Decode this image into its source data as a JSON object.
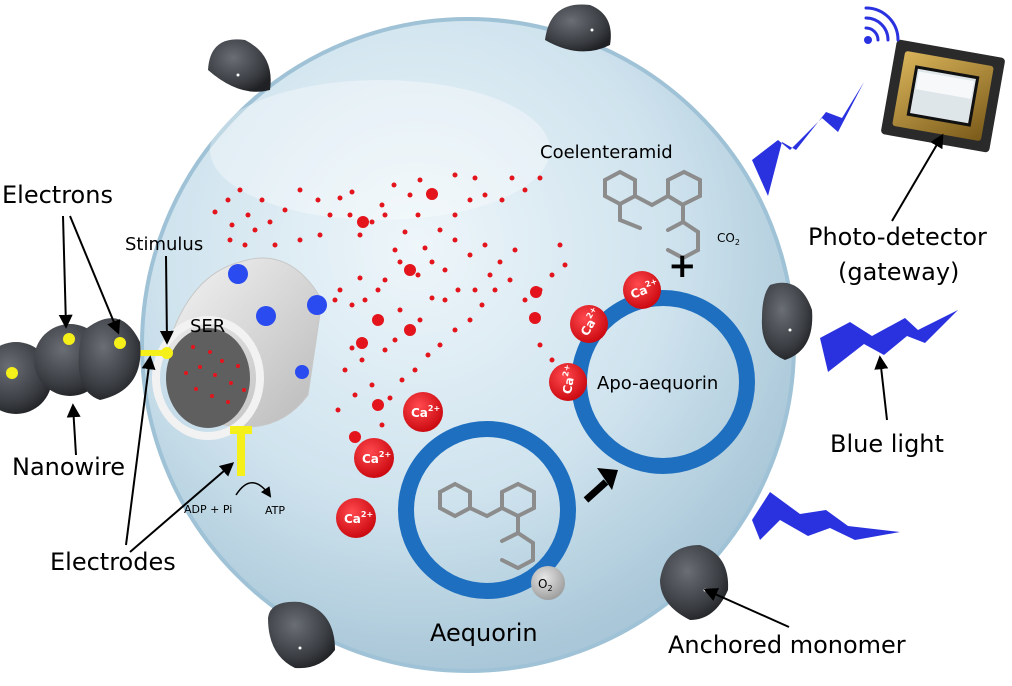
{
  "labels": {
    "electrons": "Electrons",
    "stimulus": "Stimulus",
    "ser": "SER",
    "nanowire": "Nanowire",
    "electrodes": "Electrodes",
    "adp_pi": "ADP + Pi",
    "atp": "ATP",
    "coelenteramid": "Coelenteramid",
    "co2": "CO",
    "co2_sub": "2",
    "plus": "+",
    "apo_aequorin": "Apo-aequorin",
    "aequorin": "Aequorin",
    "o2": "O",
    "o2_sub": "2",
    "photo_detector_line1": "Photo-detector",
    "photo_detector_line2": "(gateway)",
    "blue_light": "Blue light",
    "anchored_monomer": "Anchored monomer",
    "ca": "Ca",
    "ca_charge": "2+"
  },
  "colors": {
    "cell_fill": "#cfe3ee",
    "ring_blue": "#1e6fc0",
    "ion_red": "#e3141b",
    "bolt_blue": "#2a32e0",
    "electrode_yellow": "#f5ef1a",
    "monomer_dark": "#3c3f45"
  }
}
